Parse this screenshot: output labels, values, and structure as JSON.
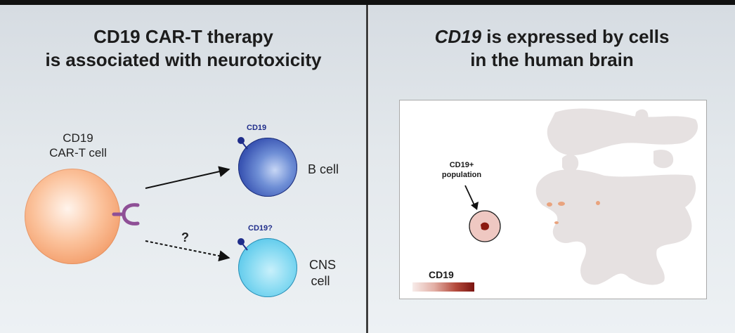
{
  "left_panel": {
    "title_line1": "CD19 CAR-T therapy",
    "title_line2": "is associated with neurotoxicity",
    "car_t_label_line1": "CD19",
    "car_t_label_line2": "CAR-T cell",
    "b_cell_marker": "CD19",
    "b_cell_label": "B cell",
    "cns_cell_marker": "CD19?",
    "cns_cell_label_line1": "CNS",
    "cns_cell_label_line2": "cell",
    "question_mark": "?"
  },
  "right_panel": {
    "title_italic": "CD19",
    "title_line1_rest": " is expressed by cells",
    "title_line2": "in the human brain",
    "population_label_line1": "CD19+",
    "population_label_line2": "population",
    "legend_title": "CD19"
  },
  "colors": {
    "car_t_cell": "#f29a66",
    "b_cell": "#3a55b3",
    "cns_cell": "#55c6ea",
    "receptor": "#8e4f96",
    "marker": "#1f2d8a",
    "expression_high": "#7a1410",
    "expression_low": "#f7ecea",
    "umap_cells": "#e6e1e1"
  }
}
